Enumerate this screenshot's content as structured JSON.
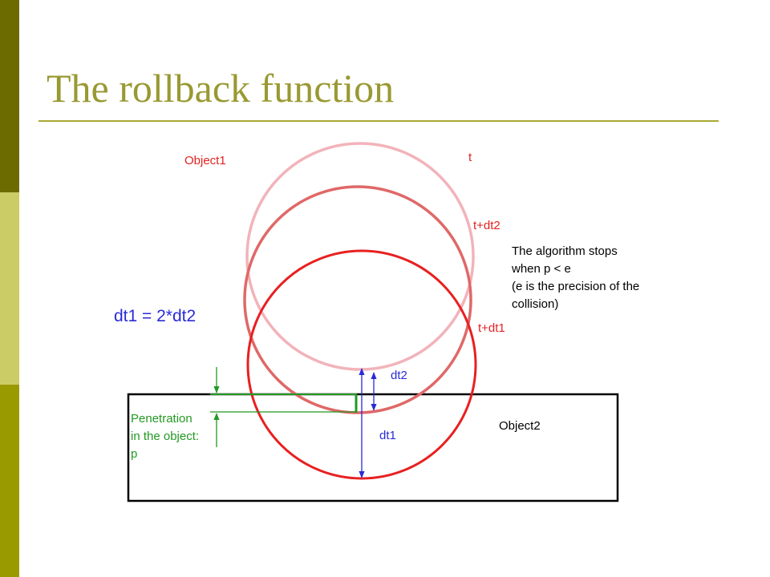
{
  "slide": {
    "title": "The rollback function"
  },
  "colors": {
    "bar_dark": "#6b6b00",
    "bar_light": "#cccc66",
    "bar_olive": "#999900",
    "title": "#999933",
    "rule": "#aaaa33",
    "circle_t": "#f2b3ba",
    "circle_t_dt2": "#e06868",
    "circle_t_dt1": "#e82020",
    "label_red": "#e32222",
    "measure_blue": "#2b2bd6",
    "penetration_green": "#229922",
    "object2_border": "#000000",
    "text_dark": "#000000"
  },
  "diagram": {
    "object1_label": "Object1",
    "object2_label": "Object2",
    "label_t": "t",
    "label_t_dt2": "t+dt2",
    "label_t_dt1": "t+dt1",
    "equation": "dt1 = 2*dt2",
    "label_dt1": "dt1",
    "label_dt2": "dt2",
    "penetration_lines": [
      "Penetration",
      "in the object:",
      "p"
    ],
    "note_lines": [
      "The algorithm stops",
      "when p < e",
      "(e is the precision of the",
      "collision)"
    ]
  }
}
